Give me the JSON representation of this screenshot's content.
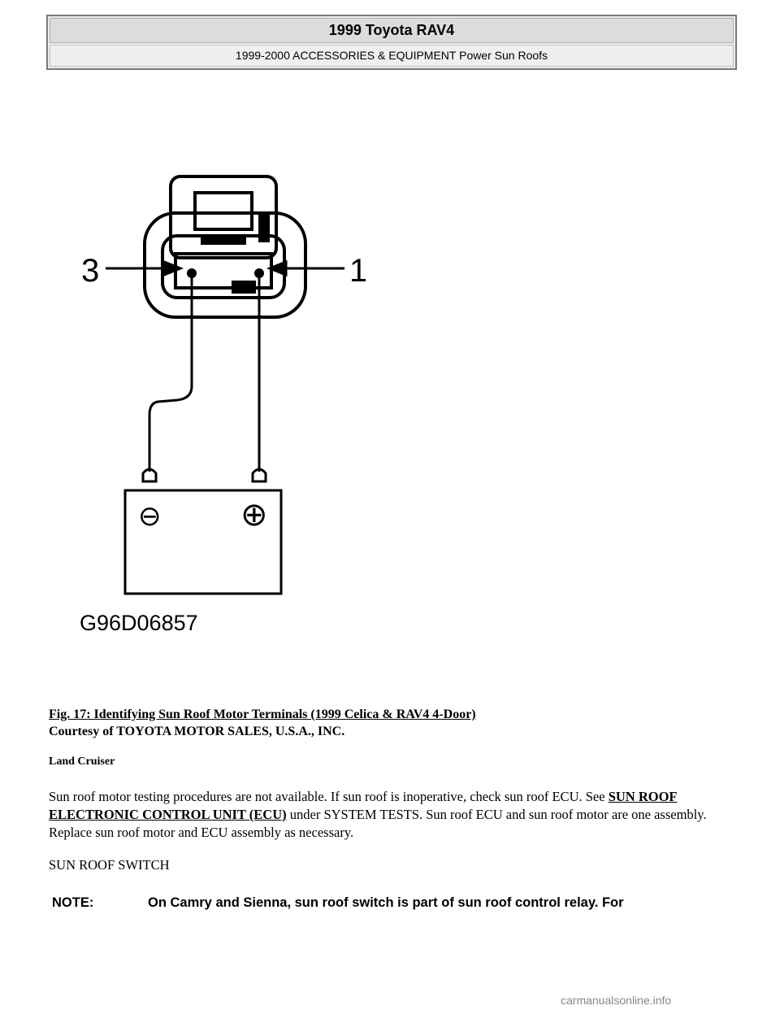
{
  "header": {
    "title": "1999 Toyota RAV4",
    "subtitle": "1999-2000 ACCESSORIES & EQUIPMENT Power Sun Roofs"
  },
  "figure": {
    "label_left": "3",
    "label_right": "1",
    "figure_code": "G96D06857",
    "negative_symbol": "⊖",
    "positive_symbol": "⊕"
  },
  "caption": {
    "title": "Fig. 17: Identifying Sun Roof Motor Terminals (1999 Celica & RAV4 4-Door)",
    "credit": "Courtesy of TOYOTA MOTOR SALES, U.S.A., INC."
  },
  "subheading": "Land Cruiser",
  "paragraph": {
    "before_link": "Sun roof motor testing procedures are not available. If sun roof is inoperative, check sun roof ECU. See ",
    "link": "SUN ROOF ELECTRONIC CONTROL UNIT (ECU)",
    "after_link": " under SYSTEM TESTS. Sun roof ECU and sun roof motor are one assembly. Replace sun roof motor and ECU assembly as necessary."
  },
  "section_title": "SUN ROOF SWITCH",
  "note": {
    "label": "NOTE:",
    "text": "On Camry and Sienna, sun roof switch is part of sun roof control relay. For"
  },
  "watermark": "carmanualsonline.info"
}
